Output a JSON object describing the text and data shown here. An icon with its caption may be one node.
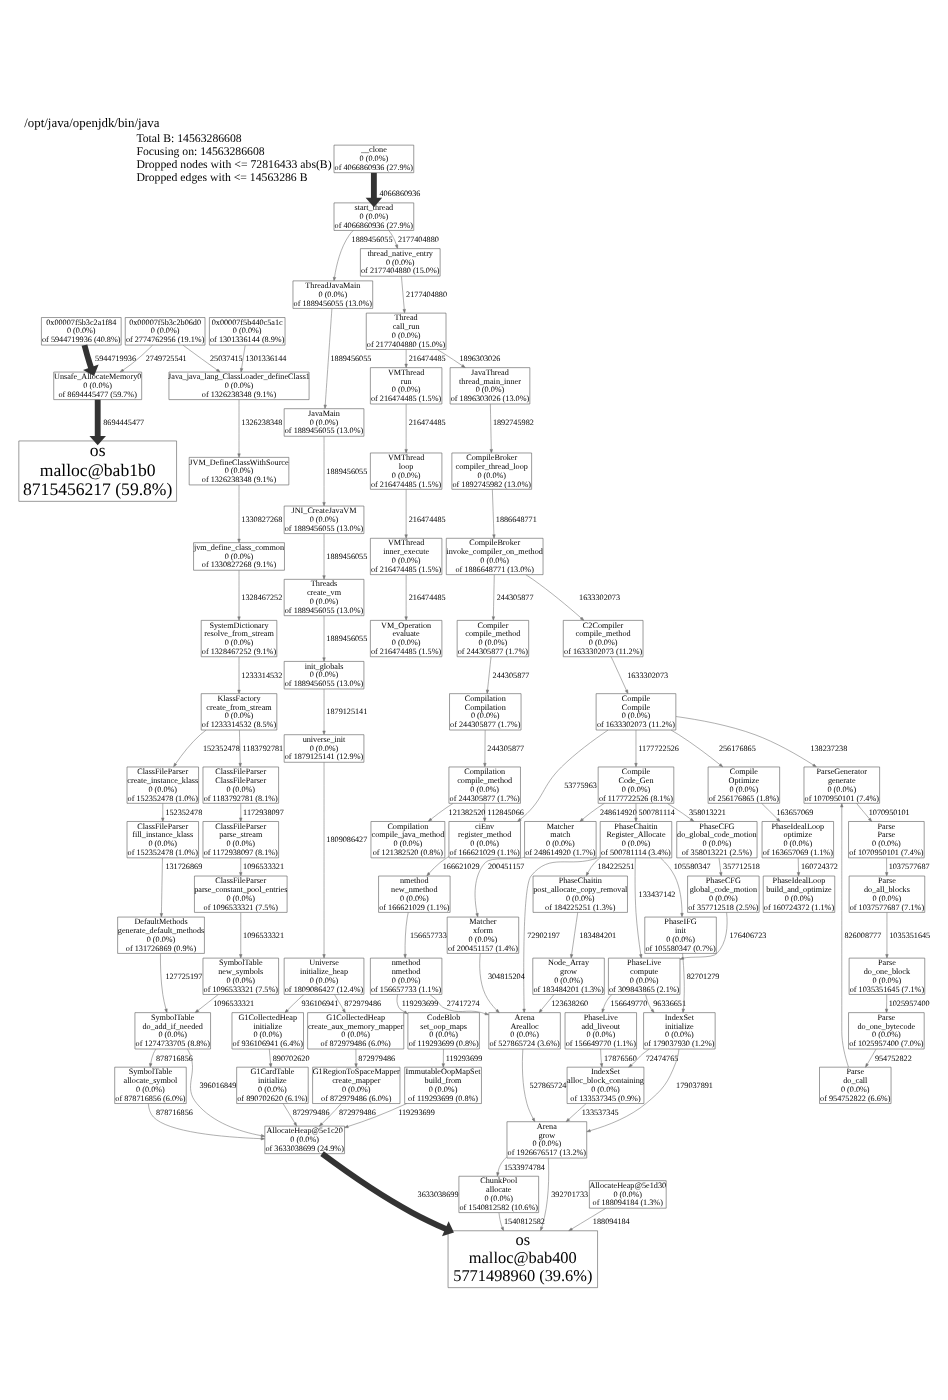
{
  "diagram": {
    "title": "/opt/java/openjdk/bin/java",
    "labels": [
      "Total B: 14563286608",
      "Focusing on: 14563286608",
      "Dropped nodes with <= 72816433 abs(B)",
      "Dropped edges with <= 14563286 B"
    ],
    "nodes": [
      {
        "text": [
          "0x00007f5b3c2a1f84",
          "0 (0.0%)",
          "of 5944719936 (40.8%)"
        ]
      },
      {
        "text": [
          "0x00007f5b3c2b06d0",
          "0 (0.0%)",
          "of 2774762956 (19.1%)"
        ]
      },
      {
        "text": [
          "0x00007f5b440c5a1c",
          "0 (0.0%)",
          "of 1301336144 (8.9%)"
        ]
      },
      {
        "text": [
          "__clone",
          "0 (0.0%)",
          "of 4066860936 (27.9%)"
        ]
      },
      {
        "text": [
          "Unsafe_AllocateMemory0",
          "0 (0.0%)",
          "of 8694445477 (59.7%)"
        ]
      },
      {
        "text": [
          "Java_java_lang_ClassLoader_defineClass1",
          "0 (0.0%)",
          "of 1326238348 (9.1%)"
        ]
      },
      {
        "text": [
          "os",
          "malloc@bab1b0",
          "8715456217 (59.8%)"
        ]
      },
      {
        "text": [
          "start_thread",
          "0 (0.0%)",
          "of 4066860936 (27.9%)"
        ]
      },
      {
        "text": [
          "JVM_DefineClassWithSource",
          "0 (0.0%)",
          "of 1326238348 (9.1%)"
        ]
      },
      {
        "text": [
          "thread_native_entry",
          "0 (0.0%)",
          "of 2177404880 (15.0%)"
        ]
      },
      {
        "text": [
          "ThreadJavaMain",
          "0 (0.0%)",
          "of 1889456055 (13.0%)"
        ]
      },
      {
        "text": [
          "jvm_define_class_common",
          "0 (0.0%)",
          "of 1330827268 (9.1%)"
        ]
      },
      {
        "text": [
          "Thread",
          "call_run",
          "0 (0.0%)",
          "of 2177404880 (15.0%)"
        ]
      },
      {
        "text": [
          "JavaMain",
          "0 (0.0%)",
          "of 1889456055 (13.0%)"
        ]
      },
      {
        "text": [
          "SystemDictionary",
          "resolve_from_stream",
          "0 (0.0%)",
          "of 1328467252 (9.1%)"
        ]
      },
      {
        "text": [
          "VMThread",
          "run",
          "0 (0.0%)",
          "of 216474485 (1.5%)"
        ]
      },
      {
        "text": [
          "JavaThread",
          "thread_main_inner",
          "0 (0.0%)",
          "of 1896303026 (13.0%)"
        ]
      },
      {
        "text": [
          "JNI_CreateJavaVM",
          "0 (0.0%)",
          "of 1889456055 (13.0%)"
        ]
      },
      {
        "text": [
          "KlassFactory",
          "create_from_stream",
          "0 (0.0%)",
          "of 1233314532 (8.5%)"
        ]
      },
      {
        "text": [
          "VMThread",
          "loop",
          "0 (0.0%)",
          "of 216474485 (1.5%)"
        ]
      },
      {
        "text": [
          "CompileBroker",
          "compiler_thread_loop",
          "0 (0.0%)",
          "of 1892745982 (13.0%)"
        ]
      },
      {
        "text": [
          "Threads",
          "create_vm",
          "0 (0.0%)",
          "of 1889456055 (13.0%)"
        ]
      },
      {
        "text": [
          "ClassFileParser",
          "ClassFileParser",
          "0 (0.0%)",
          "of 1183792781 (8.1%)"
        ]
      },
      {
        "text": [
          "ClassFileParser",
          "create_instance_klass",
          "0 (0.0%)",
          "of 152352478 (1.0%)"
        ]
      },
      {
        "text": [
          "VMThread",
          "inner_execute",
          "0 (0.0%)",
          "of 216474485 (1.5%)"
        ]
      },
      {
        "text": [
          "CompileBroker",
          "invoke_compiler_on_method",
          "0 (0.0%)",
          "of 1886648771 (13.0%)"
        ]
      },
      {
        "text": [
          "init_globals",
          "0 (0.0%)",
          "of 1889456055 (13.0%)"
        ]
      },
      {
        "text": [
          "ClassFileParser",
          "parse_stream",
          "0 (0.0%)",
          "of 1172938097 (8.1%)"
        ]
      },
      {
        "text": [
          "ClassFileParser",
          "fill_instance_klass",
          "0 (0.0%)",
          "of 152352478 (1.0%)"
        ]
      },
      {
        "text": [
          "VM_Operation",
          "evaluate",
          "0 (0.0%)",
          "of 216474485 (1.5%)"
        ]
      },
      {
        "text": [
          "C2Compiler",
          "compile_method",
          "0 (0.0%)",
          "of 1633302073 (11.2%)"
        ]
      },
      {
        "text": [
          "Compiler",
          "compile_method",
          "0 (0.0%)",
          "of 244305877 (1.7%)"
        ]
      },
      {
        "text": [
          "universe_init",
          "0 (0.0%)",
          "of 1879125141 (12.9%)"
        ]
      },
      {
        "text": [
          "ClassFileParser",
          "parse_constant_pool_entries",
          "0 (0.0%)",
          "of 1096533321 (7.5%)"
        ]
      },
      {
        "text": [
          "DefaultMethods",
          "generate_default_methods",
          "0 (0.0%)",
          "of 131726869 (0.9%)"
        ]
      },
      {
        "text": [
          "Compile",
          "Compile",
          "0 (0.0%)",
          "of 1633302073 (11.2%)"
        ]
      },
      {
        "text": [
          "Compilation",
          "Compilation",
          "0 (0.0%)",
          "of 244305877 (1.7%)"
        ]
      },
      {
        "text": [
          "Universe",
          "initialize_heap",
          "0 (0.0%)",
          "of 1809086427 (12.4%)"
        ]
      },
      {
        "text": [
          "SymbolTable",
          "new_symbols",
          "0 (0.0%)",
          "of 1096533321 (7.5%)"
        ]
      },
      {
        "text": [
          "Compile",
          "Optimize",
          "0 (0.0%)",
          "of 256176865 (1.8%)"
        ]
      },
      {
        "text": [
          "ParseGenerator",
          "generate",
          "0 (0.0%)",
          "of 1070950101 (7.4%)"
        ]
      },
      {
        "text": [
          "Compile",
          "Code_Gen",
          "0 (0.0%)",
          "of 1177722526 (8.1%)"
        ]
      },
      {
        "text": [
          "Compilation",
          "compile_method",
          "0 (0.0%)",
          "of 244305877 (1.7%)"
        ]
      },
      {
        "text": [
          "G1CollectedHeap",
          "create_aux_memory_mapper",
          "0 (0.0%)",
          "of 872979486 (6.0%)"
        ]
      },
      {
        "text": [
          "G1CollectedHeap",
          "initialize",
          "0 (0.0%)",
          "of 936106941 (6.4%)"
        ]
      },
      {
        "text": [
          "SymbolTable",
          "do_add_if_needed",
          "0 (0.0%)",
          "of 1274733705 (8.8%)"
        ]
      },
      {
        "text": [
          "PhaseIdealLoop",
          "optimize",
          "0 (0.0%)",
          "of 163657069 (1.1%)"
        ]
      },
      {
        "text": [
          "Parse",
          "Parse",
          "0 (0.0%)",
          "of 1070950101 (7.4%)"
        ]
      },
      {
        "text": [
          "PhaseCFG",
          "do_global_code_motion",
          "0 (0.0%)",
          "of 358013221 (2.5%)"
        ]
      },
      {
        "text": [
          "Matcher",
          "match",
          "0 (0.0%)",
          "of 248614920 (1.7%)"
        ]
      },
      {
        "text": [
          "ciEnv",
          "register_method",
          "0 (0.0%)",
          "of 166621029 (1.1%)"
        ]
      },
      {
        "text": [
          "Compilation",
          "compile_java_method",
          "0 (0.0%)",
          "of 121382520 (0.8%)"
        ]
      },
      {
        "text": [
          "G1RegionToSpaceMapper",
          "create_mapper",
          "0 (0.0%)",
          "of 872979486 (6.0%)"
        ]
      },
      {
        "text": [
          "G1CardTable",
          "initialize",
          "0 (0.0%)",
          "of 890702620 (6.1%)"
        ]
      },
      {
        "text": [
          "SymbolTable",
          "allocate_symbol",
          "0 (0.0%)",
          "of 878716856 (6.0%)"
        ]
      },
      {
        "text": [
          "PhaseIdealLoop",
          "build_and_optimize",
          "0 (0.0%)",
          "of 160724372 (1.1%)"
        ]
      },
      {
        "text": [
          "Parse",
          "do_all_blocks",
          "0 (0.0%)",
          "of 1037577687 (7.1%)"
        ]
      },
      {
        "text": [
          "PhaseCFG",
          "global_code_motion",
          "0 (0.0%)",
          "of 357712518 (2.5%)"
        ]
      },
      {
        "text": [
          "PhaseChaitin",
          "Register_Allocate",
          "0 (0.0%)",
          "of 500781114 (3.4%)"
        ]
      },
      {
        "text": [
          "nmethod",
          "new_nmethod",
          "0 (0.0%)",
          "of 166621029 (1.1%)"
        ]
      },
      {
        "text": [
          "AllocateHeap@5e1c20",
          "0 (0.0%)",
          "of 3633038699 (24.9%)"
        ]
      },
      {
        "text": [
          "Matcher",
          "xform",
          "0 (0.0%)",
          "of 200451157 (1.4%)"
        ]
      },
      {
        "text": [
          "Parse",
          "do_one_block",
          "0 (0.0%)",
          "of 1035351645 (7.1%)"
        ]
      },
      {
        "text": [
          "PhaseLive",
          "compute",
          "0 (0.0%)",
          "of 309843865 (2.1%)"
        ]
      },
      {
        "text": [
          "PhaseIFG",
          "init",
          "0 (0.0%)",
          "of 105580347 (0.7%)"
        ]
      },
      {
        "text": [
          "PhaseChaitin",
          "post_allocate_copy_removal",
          "0 (0.0%)",
          "of 184225251 (1.3%)"
        ]
      },
      {
        "text": [
          "nmethod",
          "nmethod",
          "0 (0.0%)",
          "of 156657733 (1.1%)"
        ]
      },
      {
        "text": [
          "Parse",
          "do_one_bytecode",
          "0 (0.0%)",
          "of 1025957400 (7.0%)"
        ]
      },
      {
        "text": [
          "PhaseLive",
          "add_liveout",
          "0 (0.0%)",
          "of 156649770 (1.1%)"
        ]
      },
      {
        "text": [
          "IndexSet",
          "initialize",
          "0 (0.0%)",
          "of 179037930 (1.2%)"
        ]
      },
      {
        "text": [
          "Node_Array",
          "grow",
          "0 (0.0%)",
          "of 183484201 (1.3%)"
        ]
      },
      {
        "text": [
          "CodeBlob",
          "set_oop_maps",
          "0 (0.0%)",
          "of 119293699 (0.8%)"
        ]
      },
      {
        "text": [
          "Parse",
          "do_call",
          "0 (0.0%)",
          "of 954752822 (6.6%)"
        ]
      },
      {
        "text": [
          "IndexSet",
          "alloc_block_containing",
          "0 (0.0%)",
          "of 133537345 (0.9%)"
        ]
      },
      {
        "text": [
          "Arena",
          "Arealloc",
          "0 (0.0%)",
          "of 527865724 (3.6%)"
        ]
      },
      {
        "text": [
          "ImmutableOopMapSet",
          "build_from",
          "0 (0.0%)",
          "of 119293699 (0.8%)"
        ]
      },
      {
        "text": [
          "Arena",
          "grow",
          "0 (0.0%)",
          "of 1926676517 (13.2%)"
        ]
      },
      {
        "text": [
          "ChunkPool",
          "allocate",
          "0 (0.0%)",
          "of 1540812582 (10.6%)"
        ]
      },
      {
        "text": [
          "AllocateHeap@5e1d30",
          "0 (0.0%)",
          "of 188094184 (1.3%)"
        ]
      },
      {
        "text": [
          "os",
          "malloc@bab400",
          "5771498960 (39.6%)"
        ]
      }
    ],
    "edges": [
      {
        "from": 0,
        "to": 4,
        "arrow": "to",
        "label": "5944719936",
        "style": "thick"
      },
      {
        "from": 1,
        "to": 4,
        "arrow": "to",
        "label": "2749725541"
      },
      {
        "from": 1,
        "to": 5,
        "arrow": "to",
        "label": "25037415"
      },
      {
        "from": 2,
        "to": 5,
        "arrow": "to",
        "label": "1301336144"
      },
      {
        "from": 3,
        "to": 7,
        "arrow": "to",
        "label": "4066860936",
        "style": "thick"
      },
      {
        "from": 4,
        "to": 6,
        "arrow": "to",
        "label": "8694445477",
        "style": "thick"
      },
      {
        "from": 5,
        "to": 8,
        "arrow": "to",
        "label": "1326238348"
      },
      {
        "from": 7,
        "to": 9,
        "arrow": "to",
        "label": "2177404880"
      },
      {
        "from": 7,
        "to": 10,
        "arrow": "to",
        "label": "1889456055"
      },
      {
        "from": 8,
        "to": 11,
        "arrow": "to",
        "label": "1330827268"
      },
      {
        "from": 9,
        "to": 12,
        "arrow": "to",
        "label": "2177404880"
      },
      {
        "from": 10,
        "to": 13,
        "arrow": "to",
        "label": "1889456055"
      },
      {
        "from": 11,
        "to": 14,
        "arrow": "to",
        "label": "1328467252"
      },
      {
        "from": 12,
        "to": 15,
        "arrow": "to",
        "label": "216474485"
      },
      {
        "from": 12,
        "to": 16,
        "arrow": "to",
        "label": "1896303026"
      },
      {
        "from": 13,
        "to": 17,
        "arrow": "to",
        "label": "1889456055"
      },
      {
        "from": 14,
        "to": 18,
        "arrow": "to",
        "label": "1233314532"
      },
      {
        "from": 15,
        "to": 19,
        "arrow": "to",
        "label": "216474485"
      },
      {
        "from": 16,
        "to": 20,
        "arrow": "to",
        "label": "1892745982"
      },
      {
        "from": 17,
        "to": 21,
        "arrow": "to",
        "label": "1889456055"
      },
      {
        "from": 18,
        "to": 22,
        "arrow": "to",
        "label": "1183792781"
      },
      {
        "from": 18,
        "to": 23,
        "arrow": "to",
        "label": "152352478"
      },
      {
        "from": 19,
        "to": 24,
        "arrow": "to",
        "label": "216474485"
      },
      {
        "from": 20,
        "to": 25,
        "arrow": "to",
        "label": "1886648771"
      },
      {
        "from": 21,
        "to": 26,
        "arrow": "to",
        "label": "1889456055"
      },
      {
        "from": 22,
        "to": 27,
        "arrow": "to",
        "label": "1172938097"
      },
      {
        "from": 23,
        "to": 28,
        "arrow": "to",
        "label": "152352478"
      },
      {
        "from": 24,
        "to": 29,
        "arrow": "to",
        "label": "216474485"
      },
      {
        "from": 25,
        "to": 30,
        "arrow": "to",
        "label": "1633302073"
      },
      {
        "from": 25,
        "to": 31,
        "arrow": "to",
        "label": "244305877"
      },
      {
        "from": 26,
        "to": 32,
        "arrow": "to",
        "label": "1879125141"
      },
      {
        "from": 27,
        "to": 33,
        "arrow": "to",
        "label": "1096533321"
      },
      {
        "from": 28,
        "to": 34,
        "arrow": "to",
        "label": "131726869"
      },
      {
        "from": 30,
        "to": 35,
        "arrow": "to",
        "label": "1633302073"
      },
      {
        "from": 31,
        "to": 36,
        "arrow": "to",
        "label": "244305877"
      },
      {
        "from": 32,
        "to": 37,
        "arrow": "to",
        "label": "1809086427"
      },
      {
        "from": 33,
        "to": 38,
        "arrow": "to",
        "label": "1096533321"
      },
      {
        "from": 34,
        "to": 45,
        "arrow": "to",
        "label": "127725197"
      },
      {
        "from": 35,
        "to": 39,
        "arrow": "to",
        "label": "256176865"
      },
      {
        "from": 35,
        "to": 40,
        "arrow": "to",
        "label": "138237238"
      },
      {
        "from": 35,
        "to": 41,
        "arrow": "to",
        "label": "1177722526"
      },
      {
        "from": 35,
        "to": 50,
        "arrow": "to",
        "label": "53775963"
      },
      {
        "from": 36,
        "to": 42,
        "arrow": "to",
        "label": "244305877"
      },
      {
        "from": 37,
        "to": 43,
        "arrow": "to",
        "label": "872979486"
      },
      {
        "from": 37,
        "to": 44,
        "arrow": "to",
        "label": "936106941"
      },
      {
        "from": 38,
        "to": 45,
        "arrow": "to",
        "label": "1096533321"
      },
      {
        "from": 39,
        "to": 46,
        "arrow": "to",
        "label": "163657069"
      },
      {
        "from": 40,
        "to": 47,
        "arrow": "to",
        "label": "1070950101"
      },
      {
        "from": 41,
        "to": 48,
        "arrow": "to",
        "label": "358013221"
      },
      {
        "from": 41,
        "to": 49,
        "arrow": "to",
        "label": "248614920"
      },
      {
        "from": 41,
        "to": 58,
        "arrow": "to",
        "label": "500781114"
      },
      {
        "from": 42,
        "to": 50,
        "arrow": "to",
        "label": "112845066"
      },
      {
        "from": 42,
        "to": 51,
        "arrow": "to",
        "label": "121382520"
      },
      {
        "from": 43,
        "to": 52,
        "arrow": "to",
        "label": "872979486"
      },
      {
        "from": 44,
        "to": 53,
        "arrow": "to",
        "label": "890702620"
      },
      {
        "from": 45,
        "to": 54,
        "arrow": "to",
        "label": "878716856"
      },
      {
        "from": 45,
        "to": 60,
        "arrow": "to",
        "label": "396016849"
      },
      {
        "from": 46,
        "to": 55,
        "arrow": "to",
        "label": "160724372"
      },
      {
        "from": 47,
        "to": 56,
        "arrow": "to",
        "label": "1037577687"
      },
      {
        "from": 48,
        "to": 57,
        "arrow": "to",
        "label": "357712518"
      },
      {
        "from": 49,
        "to": 61,
        "arrow": "to",
        "label": "200451157"
      },
      {
        "from": 50,
        "to": 59,
        "arrow": "to",
        "label": "166621029"
      },
      {
        "from": 52,
        "to": 60,
        "arrow": "to",
        "label": "872979486"
      },
      {
        "from": 53,
        "to": 60,
        "arrow": "to",
        "label": "872979486"
      },
      {
        "from": 54,
        "to": 60,
        "arrow": "to",
        "label": "878716856"
      },
      {
        "from": 56,
        "to": 62,
        "arrow": "to",
        "label": "1035351645"
      },
      {
        "from": 57,
        "to": 63,
        "arrow": "to",
        "label": "176406723"
      },
      {
        "from": 58,
        "to": 63,
        "arrow": "to",
        "label": "133437142"
      },
      {
        "from": 58,
        "to": 64,
        "arrow": "to",
        "label": "105580347"
      },
      {
        "from": 58,
        "to": 74,
        "arrow": "to",
        "label": "72902197"
      },
      {
        "from": 58,
        "to": 65,
        "arrow": "to",
        "label": "184225251"
      },
      {
        "from": 59,
        "to": 66,
        "arrow": "to",
        "label": "156657733"
      },
      {
        "from": 62,
        "to": 67,
        "arrow": "to",
        "label": "1025957400"
      },
      {
        "from": 63,
        "to": 68,
        "arrow": "to",
        "label": "156649770"
      },
      {
        "from": 63,
        "to": 69,
        "arrow": "to",
        "label": "96336651"
      },
      {
        "from": 64,
        "to": 69,
        "arrow": "to",
        "label": "82701279"
      },
      {
        "from": 65,
        "to": 70,
        "arrow": "to",
        "label": "183484201"
      },
      {
        "from": 66,
        "to": 71,
        "arrow": "to",
        "label": "119293699"
      },
      {
        "from": 66,
        "to": 74,
        "arrow": "to",
        "label": "27417274"
      },
      {
        "from": 67,
        "to": 72,
        "arrow": "to",
        "label": "954752822"
      },
      {
        "from": 72,
        "to": 40,
        "arrow": "to",
        "label": "826008777"
      },
      {
        "from": 68,
        "to": 73,
        "arrow": "to",
        "label": "17876560"
      },
      {
        "from": 69,
        "to": 73,
        "arrow": "to",
        "label": "72474765"
      },
      {
        "from": 70,
        "to": 74,
        "arrow": "to",
        "label": "123638260"
      },
      {
        "from": 61,
        "to": 74,
        "arrow": "to",
        "label": "304815204"
      },
      {
        "from": 71,
        "to": 75,
        "arrow": "to",
        "label": "119293699"
      },
      {
        "from": 69,
        "to": 76,
        "arrow": "to",
        "label": "179037891"
      },
      {
        "from": 73,
        "to": 76,
        "arrow": "to",
        "label": "133537345"
      },
      {
        "from": 74,
        "to": 76,
        "arrow": "to",
        "label": "527865724"
      },
      {
        "from": 75,
        "to": 60,
        "arrow": "to",
        "label": "119293699"
      },
      {
        "from": 60,
        "to": 79,
        "arrow": "to",
        "label": "3633038699",
        "style": "thick"
      },
      {
        "from": 76,
        "to": 77,
        "arrow": "to",
        "label": "1533974784"
      },
      {
        "from": 76,
        "to": 79,
        "arrow": "to",
        "label": "392701733"
      },
      {
        "from": 77,
        "to": 79,
        "arrow": "to",
        "label": "1540812582"
      },
      {
        "from": 78,
        "to": 79,
        "arrow": "to",
        "label": "188094184"
      }
    ]
  }
}
